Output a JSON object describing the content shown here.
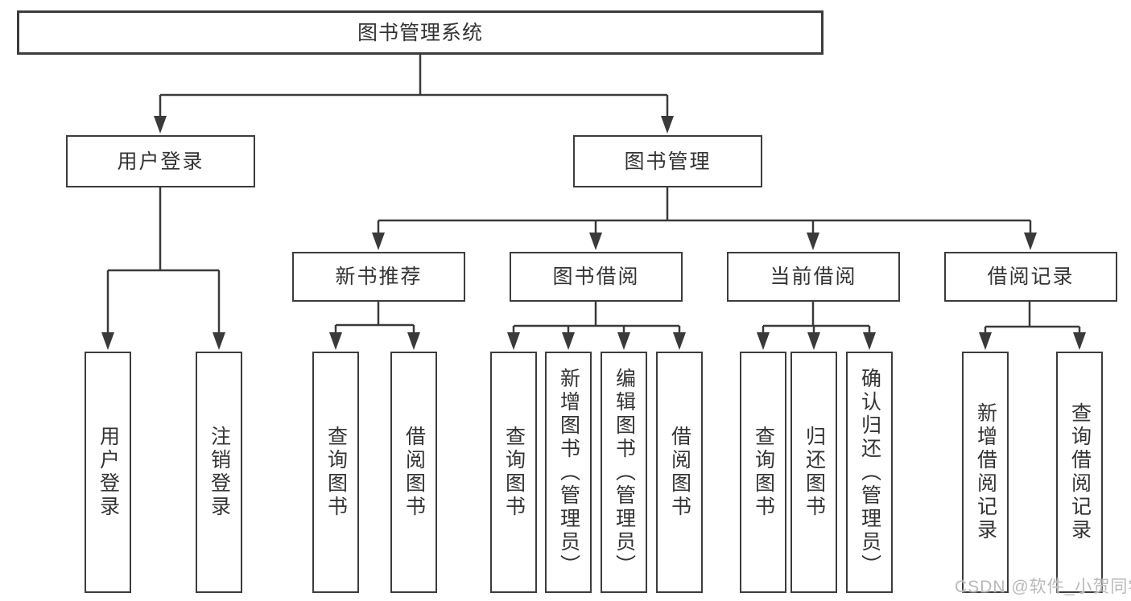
{
  "tree": {
    "root": {
      "label": "图书管理系统"
    },
    "branches": [
      {
        "label": "用户登录",
        "children": [
          {
            "label": "用户登录"
          },
          {
            "label": "注销登录"
          }
        ]
      },
      {
        "label": "图书管理",
        "children": [
          {
            "label": "新书推荐",
            "children": [
              {
                "label": "查询图书"
              },
              {
                "label": "借阅图书"
              }
            ]
          },
          {
            "label": "图书借阅",
            "children": [
              {
                "label": "查询图书"
              },
              {
                "label": "新增图书（管理员）"
              },
              {
                "label": "编辑图书（管理员）"
              },
              {
                "label": "借阅图书"
              }
            ]
          },
          {
            "label": "当前借阅",
            "children": [
              {
                "label": "查询图书"
              },
              {
                "label": "归还图书"
              },
              {
                "label": "确认归还（管理员）"
              }
            ]
          },
          {
            "label": "借阅记录",
            "children": [
              {
                "label": "新增借阅记录"
              },
              {
                "label": "查询借阅记录"
              }
            ]
          }
        ]
      }
    ]
  },
  "watermark": {
    "text": "CSDN @软件_小贺同学"
  },
  "colors": {
    "line": "#3a3a3a",
    "box_border": "#3c3c3c",
    "text": "#333333",
    "watermark": "#b9b9b9",
    "background": "#ffffff"
  }
}
